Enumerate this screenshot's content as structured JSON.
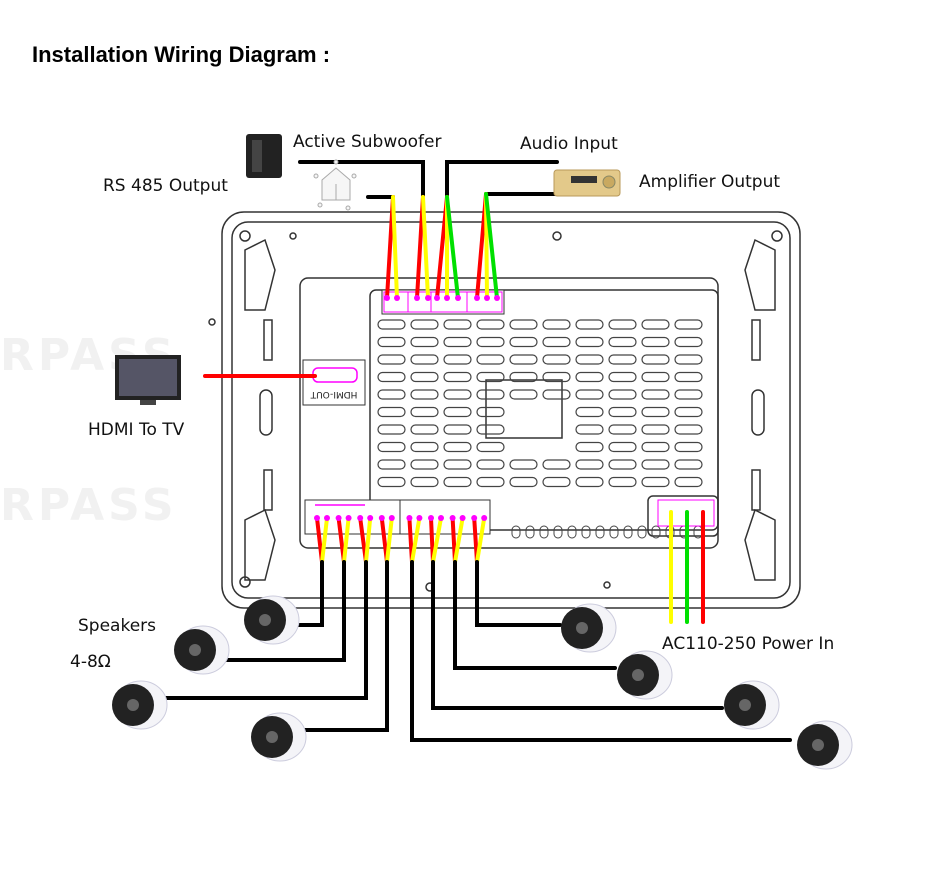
{
  "title": "Installation Wiring Diagram :",
  "labels": {
    "subwoofer": "Active Subwoofer",
    "audio_input": "Audio Input",
    "rs485": "RS 485 Output",
    "amplifier": "Amplifier Output",
    "hdmi_tv": "HDMI To TV",
    "speakers": "Speakers",
    "impedance": "4-8Ω",
    "power": "AC110-250 Power In",
    "hdmi_port": "HDMI-OUT"
  },
  "watermark": "RPASS",
  "colors": {
    "red": "#ff0000",
    "yellow": "#ffff00",
    "green": "#00e000",
    "black": "#000000",
    "terminal": "#ff00ff"
  }
}
